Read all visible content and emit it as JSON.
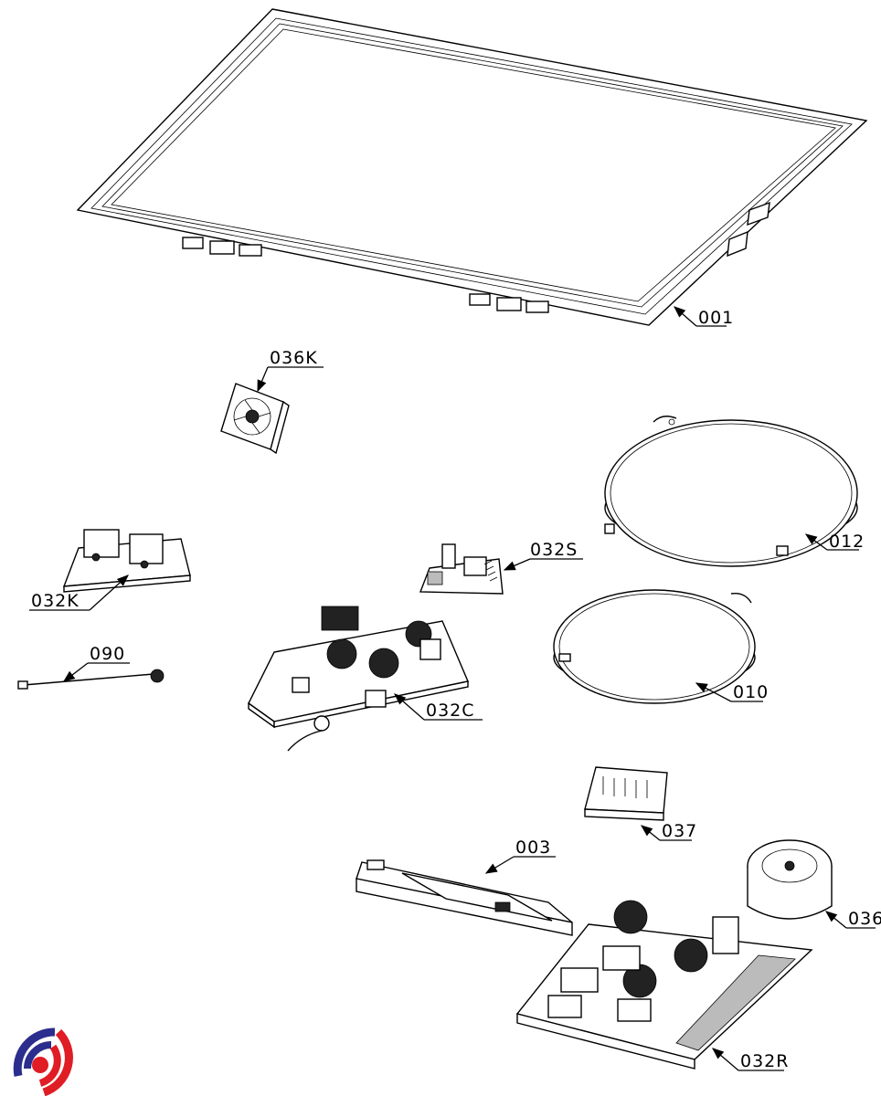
{
  "diagram": {
    "type": "exploded-parts-view",
    "parts": [
      {
        "id": "001",
        "label": "001",
        "description": "glass frame"
      },
      {
        "id": "036K",
        "label": "036K",
        "description": "small fan"
      },
      {
        "id": "012",
        "label": "012",
        "description": "large induction coil"
      },
      {
        "id": "032K",
        "label": "032K",
        "description": "small control board"
      },
      {
        "id": "032S",
        "label": "032S",
        "description": "power supply board"
      },
      {
        "id": "090",
        "label": "090",
        "description": "cable with sensor"
      },
      {
        "id": "010",
        "label": "010",
        "description": "induction coil"
      },
      {
        "id": "032C",
        "label": "032C",
        "description": "power board"
      },
      {
        "id": "037",
        "label": "037",
        "description": "terminal block"
      },
      {
        "id": "003",
        "label": "003",
        "description": "user interface board"
      },
      {
        "id": "036",
        "label": "036",
        "description": "blower fan"
      },
      {
        "id": "032R",
        "label": "032R",
        "description": "main power board with heatsink"
      }
    ]
  },
  "logo": {
    "name": "brand-logo",
    "colors": {
      "primary": "#2b2e8c",
      "secondary": "#e01c24"
    }
  }
}
